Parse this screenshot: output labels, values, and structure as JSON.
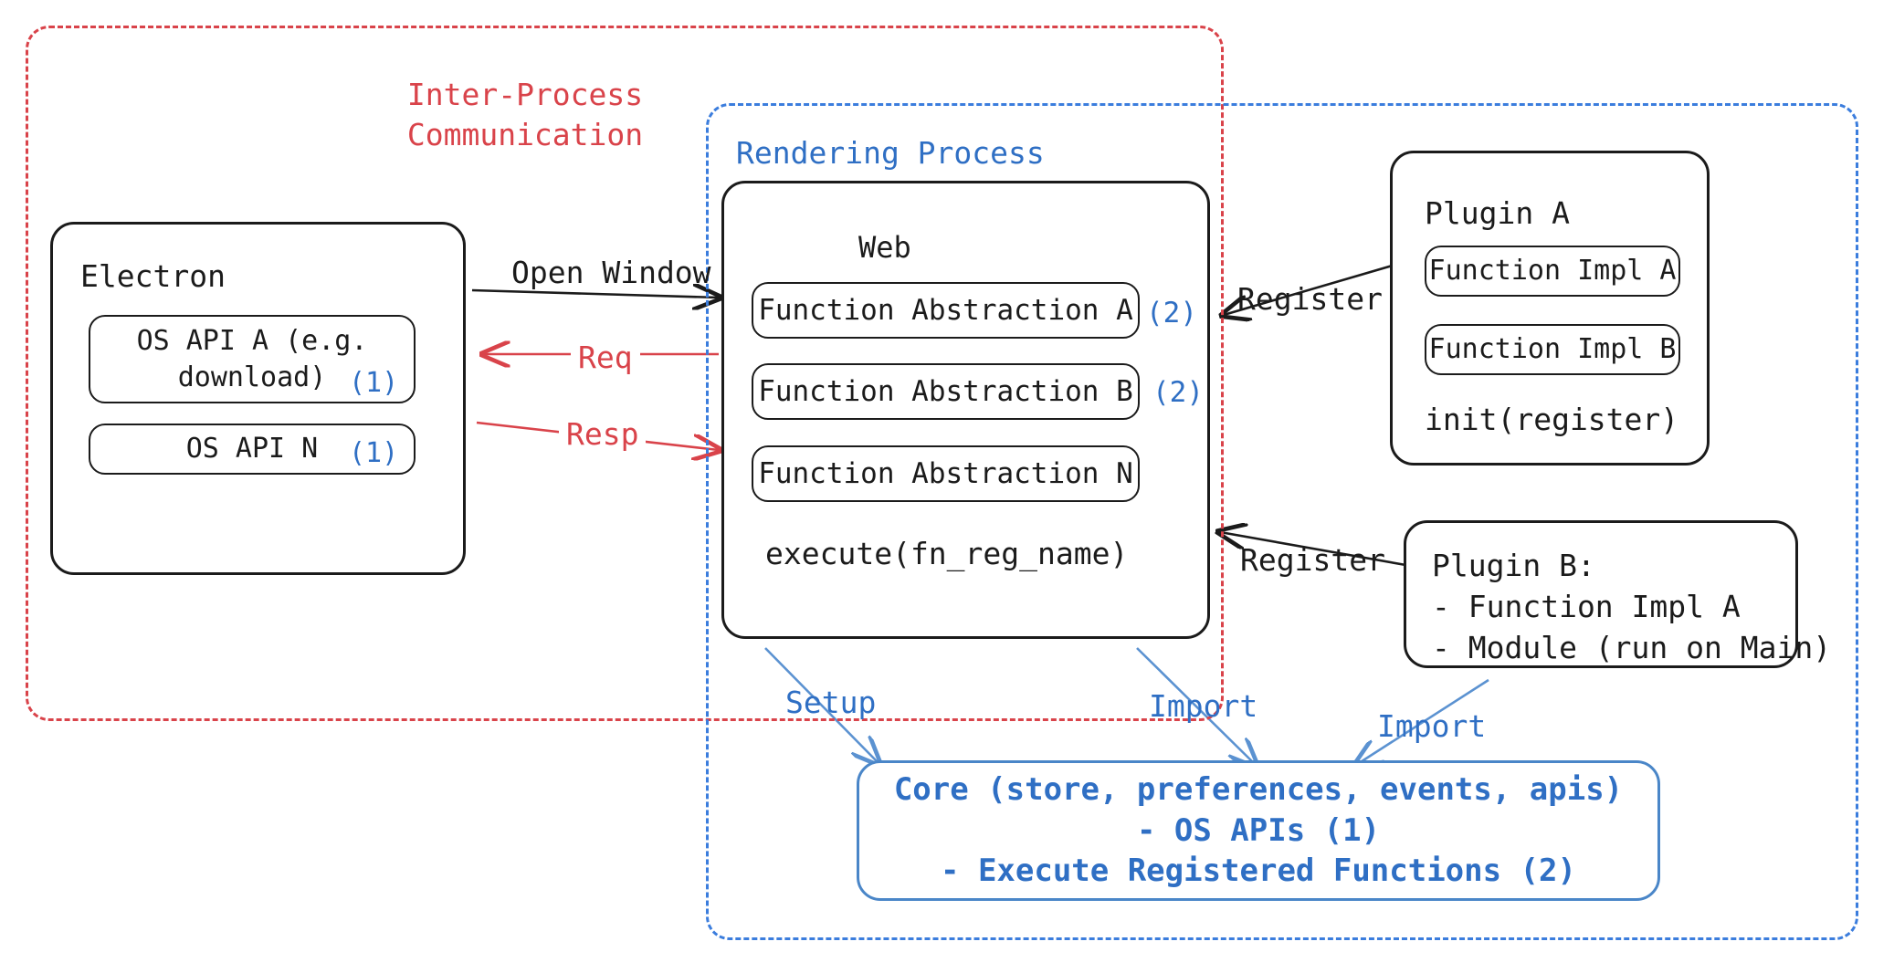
{
  "diagram": {
    "title_region": "Electron plugin architecture",
    "groups": {
      "ipc": {
        "label": "Inter-Process\nCommunication",
        "color": "#d9434a"
      },
      "rendering": {
        "label": "Rendering Process",
        "color": "#3b7ddd"
      }
    },
    "electron": {
      "title": "Electron",
      "apis": [
        {
          "label": "OS API A (e.g.\ndownload)",
          "marker": "(1)"
        },
        {
          "label": "OS API N",
          "marker": "(1)"
        }
      ]
    },
    "web": {
      "title": "Web",
      "abstractions": [
        {
          "label": "Function Abstraction A",
          "marker": "(2)"
        },
        {
          "label": "Function Abstraction B",
          "marker": "(2)"
        },
        {
          "label": "Function Abstraction N",
          "marker": ""
        }
      ],
      "footer": "execute(fn_reg_name)"
    },
    "plugin_a": {
      "title": "Plugin A",
      "items": [
        "Function Impl A",
        "Function Impl B"
      ],
      "footer": "init(register)"
    },
    "plugin_b": {
      "lines": [
        "Plugin B:",
        "- Function Impl A",
        "- Module (run on Main)"
      ]
    },
    "core": {
      "lines": [
        "Core (store, preferences, events, apis)",
        "- OS APIs (1)",
        "- Execute Registered Functions (2)"
      ]
    },
    "edges": {
      "open_window": "Open Window",
      "req": "Req",
      "resp": "Resp",
      "register_a": "Register",
      "register_b": "Register",
      "setup": "Setup",
      "import_web": "Import",
      "import_plugin": "Import"
    },
    "colors": {
      "ipc_red": "#d9434a",
      "process_blue": "#3b7ddd",
      "marker_blue": "#2f6fc4",
      "core_blue": "#4a86c8",
      "ink": "#1b1b1b"
    }
  }
}
